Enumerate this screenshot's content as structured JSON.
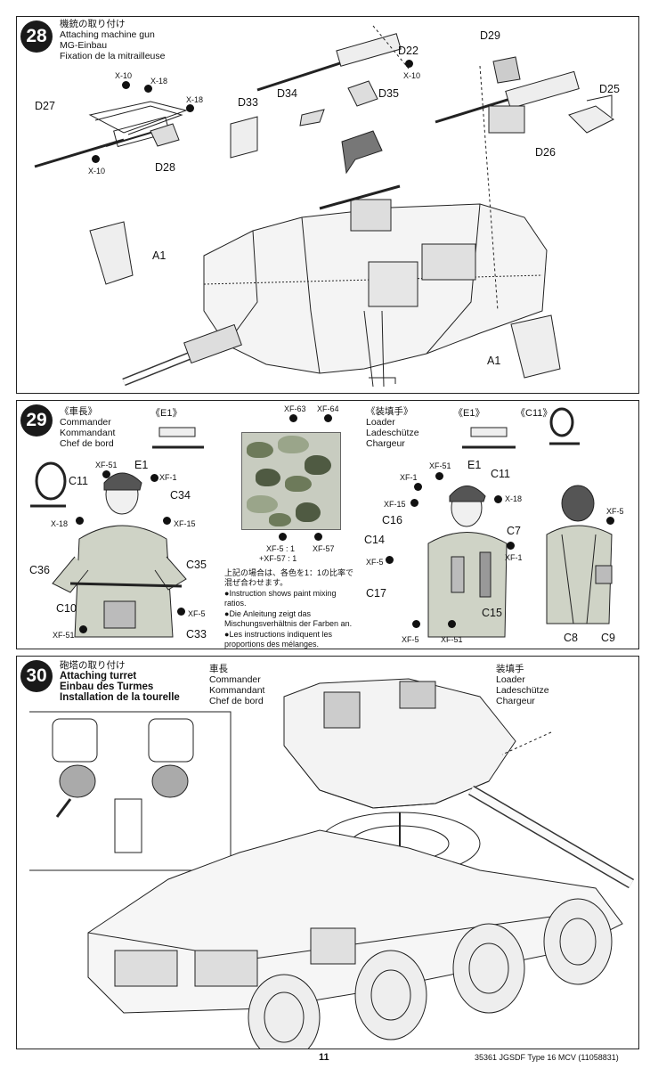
{
  "steps": {
    "s28": {
      "number": "28",
      "title_jp": "機銃の取り付け",
      "title_en": "Attaching machine gun",
      "title_de": "MG-Einbau",
      "title_fr": "Fixation de la mitrailleuse"
    },
    "s29": {
      "number": "29",
      "commander_jp": "《車長》",
      "commander_en": "Commander",
      "commander_de": "Kommandant",
      "commander_fr": "Chef de bord",
      "e1_tag": "《E1》",
      "loader_jp": "《装填手》",
      "loader_en": "Loader",
      "loader_de": "Ladeschütze",
      "loader_fr": "Chargeur",
      "c11_tag": "《C11》",
      "paint_top_1": "XF-63",
      "paint_top_2": "XF-64",
      "paint_bottom_1": "XF-5 : 1",
      "paint_bottom_2": "+XF-57 : 1",
      "paint_bottom_3": "XF-57",
      "note_jp_1": "上記の場合は、各色を1：1の比率で混ぜ合わせます。",
      "note_en": "Instruction shows paint mixing ratios.",
      "note_de": "Die Anleitung zeigt das Mischungsverhältnis der Farben an.",
      "note_fr": "Les instructions indiquent les proportions des mélanges."
    },
    "s30": {
      "number": "30",
      "title_jp": "砲塔の取り付け",
      "title_en": "Attaching turret",
      "title_de": "Einbau des Turmes",
      "title_fr": "Installation de la tourelle",
      "cmd_jp": "車長",
      "cmd_en": "Commander",
      "cmd_de": "Kommandant",
      "cmd_fr": "Chef de bord",
      "ldr_jp": "装填手",
      "ldr_en": "Loader",
      "ldr_de": "Ladeschütze",
      "ldr_fr": "Chargeur"
    }
  },
  "labels28": {
    "d27": "D27",
    "d28": "D28",
    "d22": "D22",
    "d29": "D29",
    "d25": "D25",
    "d26": "D26",
    "d33": "D33",
    "d34": "D34",
    "d35": "D35",
    "a1a": "A1",
    "a1b": "A1",
    "x10a": "X-10",
    "x18a": "X-18",
    "x18b": "X-18",
    "x10b": "X-10",
    "x10c": "X-10"
  },
  "labels29": {
    "xf51a": "XF-51",
    "e1a": "E1",
    "xf1a": "XF-1",
    "c11a": "C11",
    "c34": "C34",
    "x18a": "X-18",
    "xf15a": "XF-15",
    "c36": "C36",
    "c35": "C35",
    "c10": "C10",
    "xf5a": "XF-5",
    "xf51b": "XF-51",
    "c33": "C33",
    "xf1b": "XF-1",
    "xf51c": "XF-51",
    "e1b": "E1",
    "c11b": "C11",
    "xf15b": "XF-15",
    "x18b": "X-18",
    "c16": "C16",
    "c7": "C7",
    "c14": "C14",
    "xf1c": "XF-1",
    "xf5b": "XF-5",
    "c17": "C17",
    "c15": "C15",
    "xf5c": "XF-5",
    "xf51d": "XF-51",
    "xf5d": "XF-5",
    "c8": "C8",
    "c9": "C9"
  },
  "footer": {
    "page": "11",
    "code": "35361 JGSDF Type 16 MCV (11058831)"
  }
}
